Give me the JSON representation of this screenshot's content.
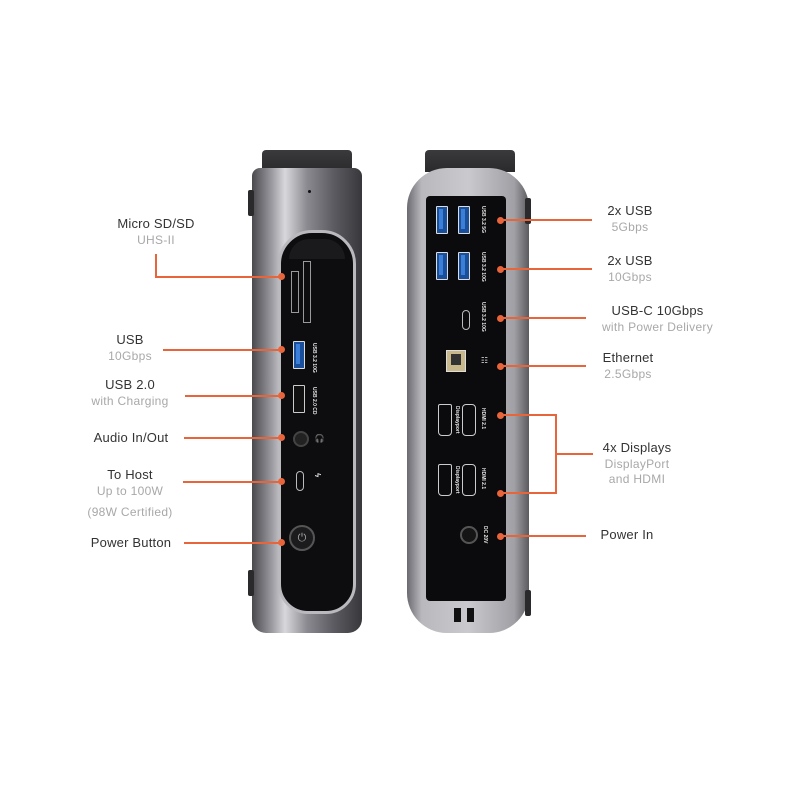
{
  "accent_color": "#e8653c",
  "left_device": {
    "callouts": [
      {
        "id": "micro-sd",
        "title": "Micro SD/SD",
        "subtitle": "UHS-II"
      },
      {
        "id": "usb-10g",
        "title": "USB",
        "subtitle": "10Gbps"
      },
      {
        "id": "usb-20",
        "title": "USB 2.0",
        "subtitle": "with Charging"
      },
      {
        "id": "audio",
        "title": "Audio In/Out"
      },
      {
        "id": "to-host",
        "title": "To Host",
        "subtitle": "Up to 100W",
        "note": "(98W Certified)"
      },
      {
        "id": "power-button",
        "title": "Power Button"
      }
    ],
    "port_labels": {
      "usb_a": "USB 3.2 10G",
      "usb_2": "USB 2.0 CD",
      "power_symbol": "⏻"
    }
  },
  "right_device": {
    "callouts": [
      {
        "id": "usb-5g",
        "title": "2x USB",
        "subtitle": "5Gbps"
      },
      {
        "id": "usb-10g",
        "title": "2x USB",
        "subtitle": "10Gbps"
      },
      {
        "id": "usb-c",
        "title": "USB-C 10Gbps",
        "subtitle": "with Power Delivery"
      },
      {
        "id": "ethernet",
        "title": "Ethernet",
        "subtitle": "2.5Gbps"
      },
      {
        "id": "displays",
        "title": "4x Displays",
        "subtitle": "DisplayPort",
        "subtitle2": "and HDMI"
      },
      {
        "id": "power-in",
        "title": "Power In"
      }
    ],
    "port_labels": {
      "usb_5g": "USB 3.2 5G",
      "usb_10g": "USB 3.2 10G",
      "usb_c": "USB 3.2 10G",
      "dp": "Displayport",
      "hdmi": "HDMI 2.1",
      "dc": "DC 20V"
    }
  }
}
